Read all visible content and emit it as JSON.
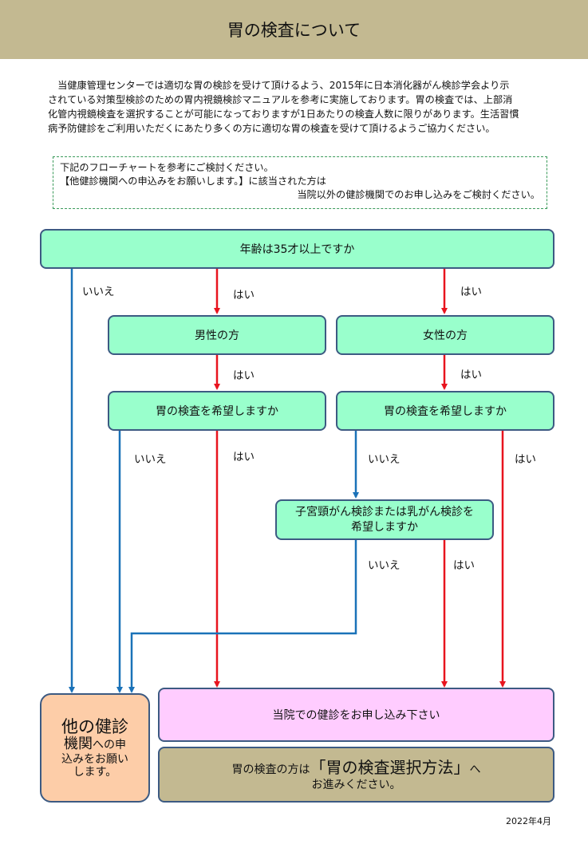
{
  "header": {
    "title": "胃の検査について"
  },
  "intro": {
    "lines": [
      "　当健康管理センターでは適切な胃の検診を受けて頂けるよう、2015年に日本消化器がん検診学会より示",
      "されている対策型検診のための胃内視鏡検診マニュアルを参考に実施しております。胃の検査では、上部消",
      "化管内視鏡検査を選択することが可能になっておりますが1日あたりの検査人数に限りがあります。生活習慣",
      "病予防健診をご利用いただくにあたり多くの方に適切な胃の検査を受けて頂けるようご協力ください。"
    ]
  },
  "notice": {
    "line1": "下記のフローチャートを参考にご検討ください。",
    "line2": "【他健診機関への申込みをお願いします。】に該当された方は",
    "line3": "当院以外の健診機関でのお申し込みをご検討ください。"
  },
  "flow": {
    "q_age": "年齢は35才以上ですか",
    "male": "男性の方",
    "female": "女性の方",
    "q_stomach_male": "胃の検査を希望しますか",
    "q_stomach_female": "胃の検査を希望しますか",
    "q_cancer_line1": "子宮頸がん検診または乳がん検診を",
    "q_cancer_line2": "希望しますか",
    "apply_here": "当院での健診をお申し込み下さい",
    "other_big": "他の健診",
    "other_mid": "機関",
    "other_small1": "への申",
    "other_small2": "込みをお願い",
    "other_small3": "します。",
    "select_pre": "胃の検査の方は",
    "select_quote": "「胃の検査選択方法」",
    "select_post": "へ",
    "select_line2": "お進みください。",
    "yes": "はい",
    "no": "いいえ"
  },
  "colors": {
    "yes_arrow": "#e8141e",
    "no_arrow": "#1a72b8",
    "box_border": "#3c5a82"
  },
  "date": "2022年4月"
}
